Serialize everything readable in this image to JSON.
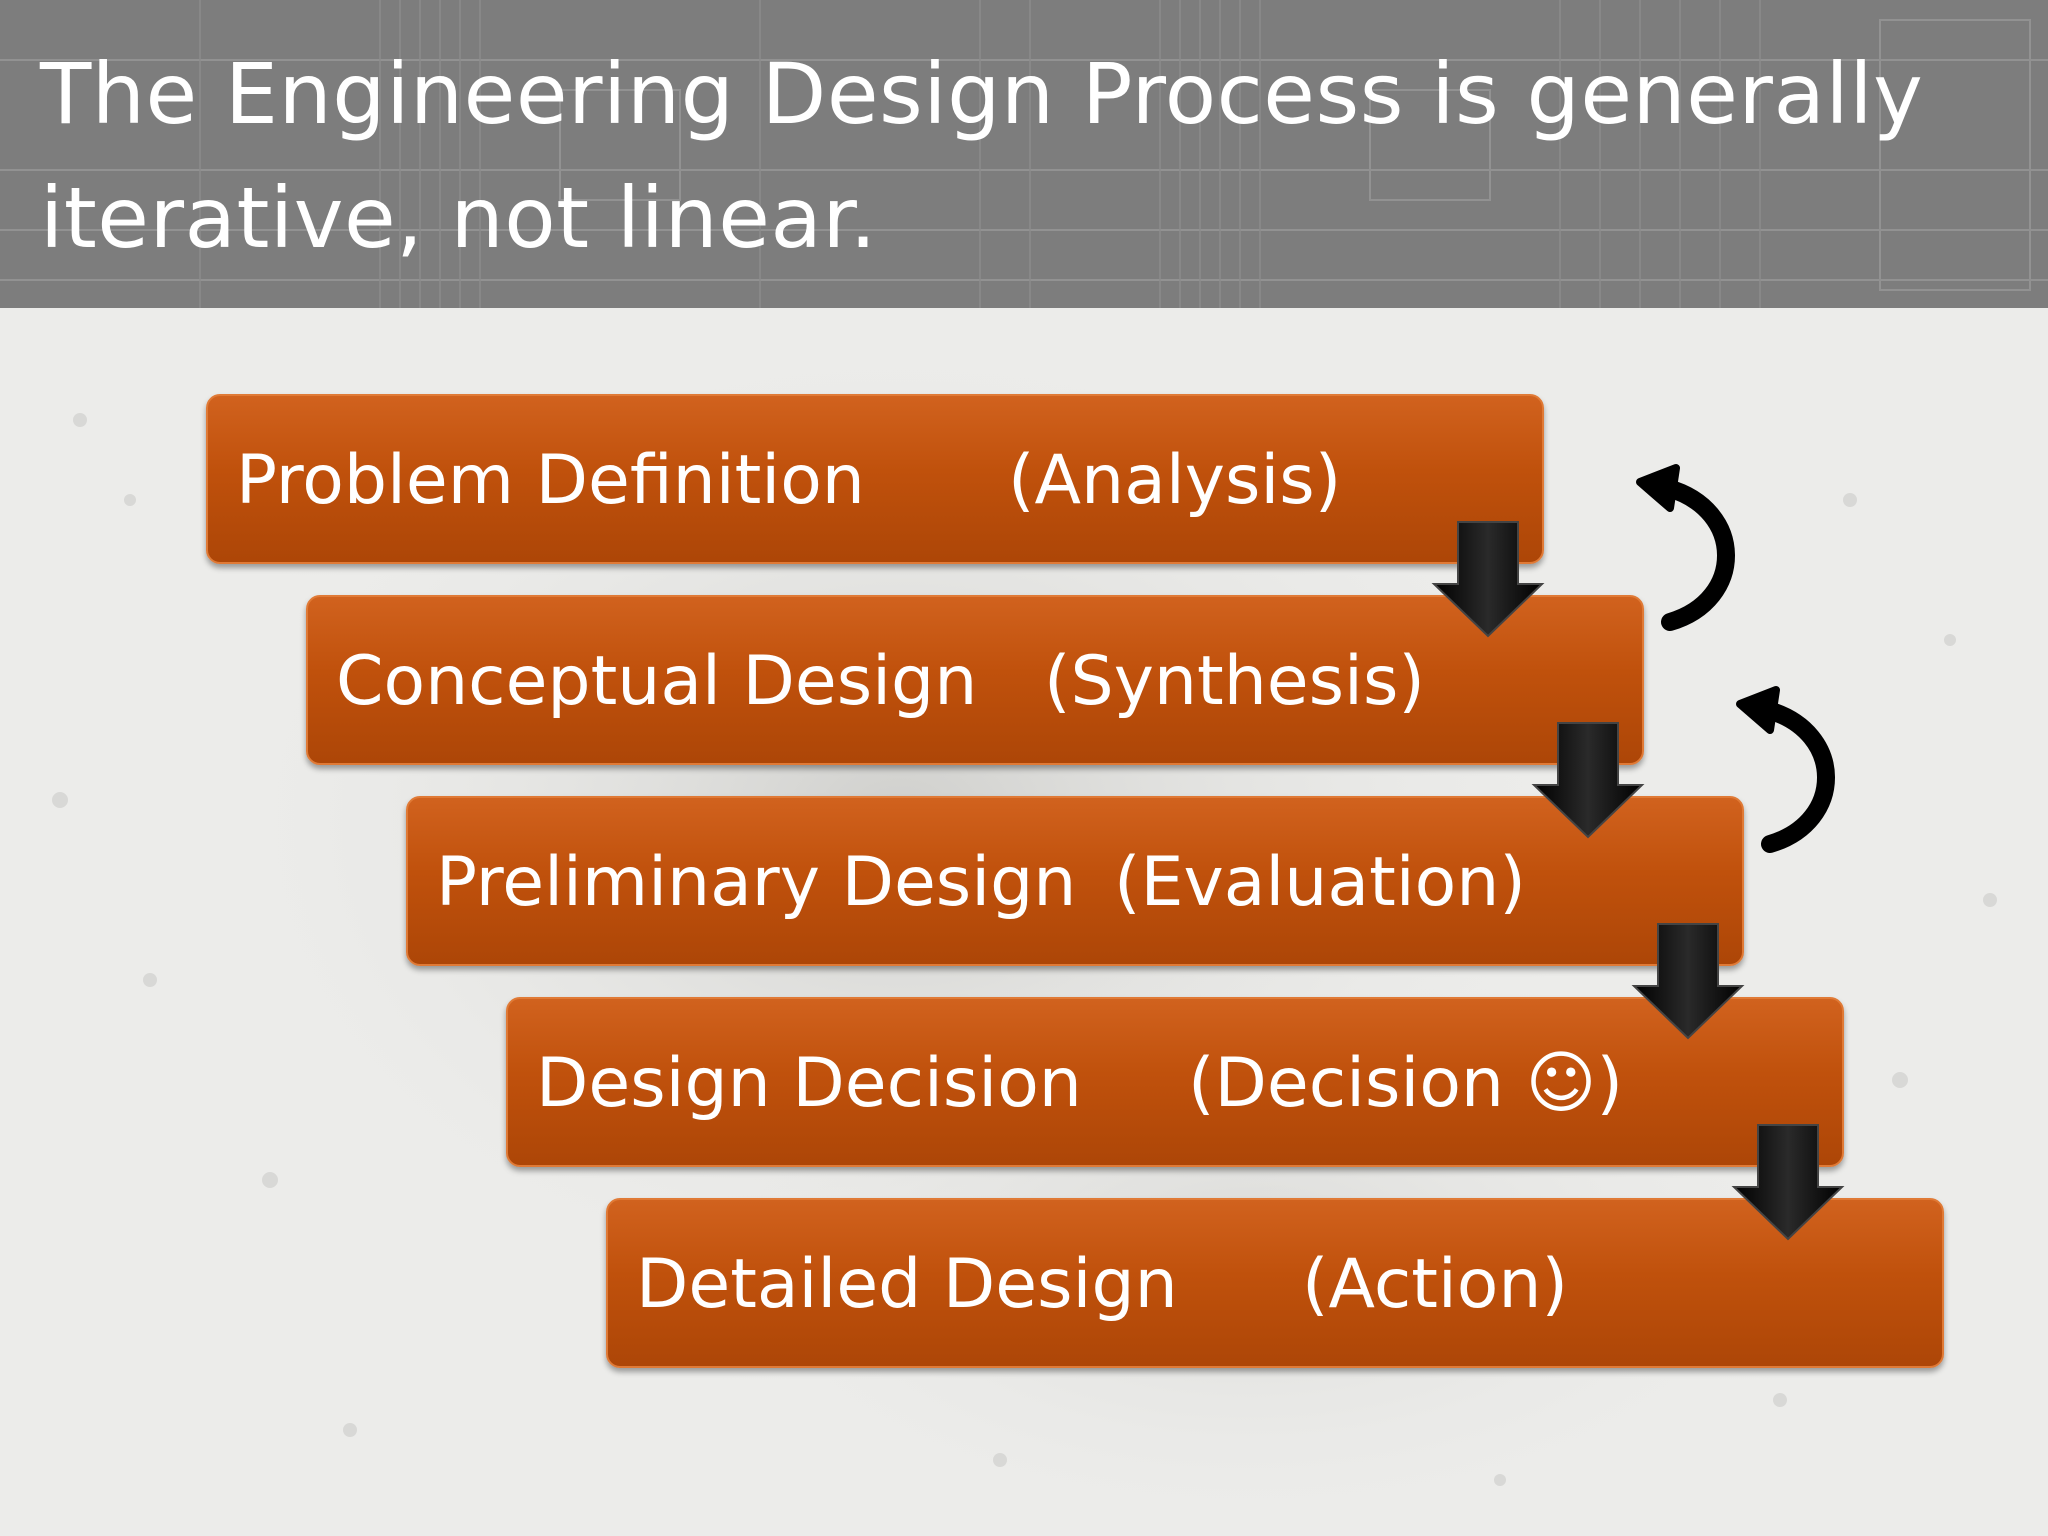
{
  "slide": {
    "title": "The Engineering Design Process is generally iterative, not linear."
  },
  "stages": [
    {
      "name": "Problem Definition",
      "role": "(Analysis)"
    },
    {
      "name": "Conceptual Design",
      "role": "(Synthesis)"
    },
    {
      "name": "Preliminary Design",
      "role": "(Evaluation)"
    },
    {
      "name": "Design Decision",
      "role": "(Decision ☺)"
    },
    {
      "name": "Detailed Design",
      "role": "(Action)"
    }
  ],
  "colors": {
    "stage_fill": "#c0510c",
    "arrow": "#000000",
    "title_band": "#7d7d7d",
    "title_text": "#ffffff"
  },
  "icons": {
    "down_arrow": "down-arrow-icon",
    "loop_back": "curved-return-arrow-icon"
  }
}
